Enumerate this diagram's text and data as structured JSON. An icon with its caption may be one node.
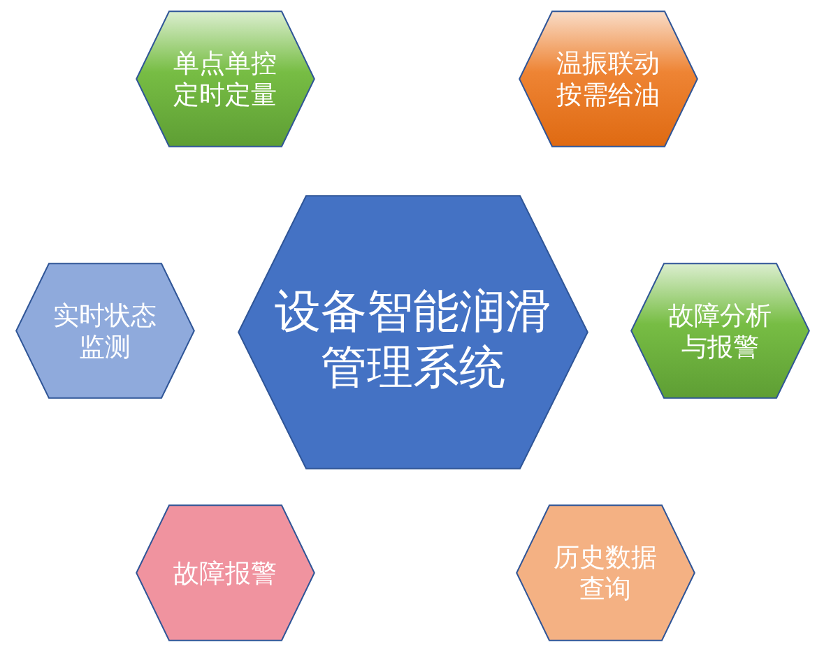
{
  "diagram": {
    "nodes": [
      {
        "text": [
          "单点单控定时定量"
        ]
      },
      {
        "text": [
          "温振联动按需给油"
        ]
      },
      {
        "text": [
          "实时状态监测"
        ]
      },
      {
        "text": [
          "设备智能润滑管理系统"
        ]
      },
      {
        "text": [
          "故障分析与报警"
        ]
      },
      {
        "text": [
          "故障报警"
        ]
      },
      {
        "text": [
          "历史数据查询"
        ]
      }
    ]
  }
}
